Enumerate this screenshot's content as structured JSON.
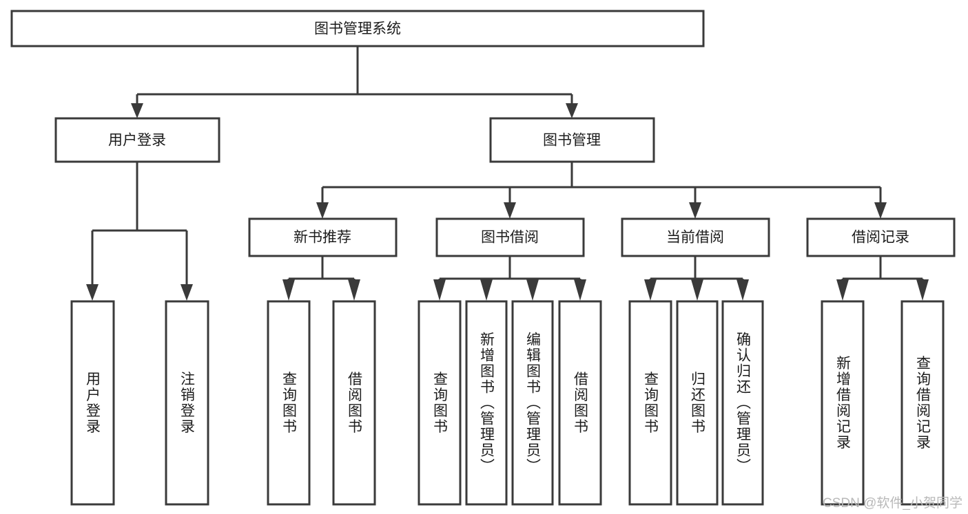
{
  "diagram": {
    "type": "tree-hierarchy-chart",
    "title": "图书管理系统",
    "watermark": "CSDN @软件_小贺同学",
    "colors": {
      "background": "#ffffff",
      "box_fill": "#ffffff",
      "box_stroke": "#3a3a3a",
      "connector": "#3a3a3a",
      "text": "#1c1c1c",
      "watermark": "#b9b9b9"
    },
    "root": {
      "label": "图书管理系统",
      "orientation": "horizontal"
    },
    "level2": [
      {
        "id": "user-login",
        "label": "用户登录",
        "orientation": "horizontal"
      },
      {
        "id": "book-management",
        "label": "图书管理",
        "orientation": "horizontal"
      }
    ],
    "level3": [
      {
        "id": "new-book-recommend",
        "label": "新书推荐",
        "orientation": "horizontal",
        "parent": "book-management"
      },
      {
        "id": "book-borrow",
        "label": "图书借阅",
        "orientation": "horizontal",
        "parent": "book-management"
      },
      {
        "id": "current-borrow",
        "label": "当前借阅",
        "orientation": "horizontal",
        "parent": "book-management"
      },
      {
        "id": "borrow-record",
        "label": "借阅记录",
        "orientation": "horizontal",
        "parent": "book-management"
      }
    ],
    "leaves": [
      {
        "id": "leaf-user-login",
        "label": "用户登录",
        "parent": "user-login",
        "orientation": "vertical"
      },
      {
        "id": "leaf-user-logout",
        "label": "注销登录",
        "parent": "user-login",
        "orientation": "vertical"
      },
      {
        "id": "leaf-query-book-1",
        "label": "查询图书",
        "parent": "new-book-recommend",
        "orientation": "vertical"
      },
      {
        "id": "leaf-borrow-book-1",
        "label": "借阅图书",
        "parent": "new-book-recommend",
        "orientation": "vertical"
      },
      {
        "id": "leaf-query-book-2",
        "label": "查询图书",
        "parent": "book-borrow",
        "orientation": "vertical"
      },
      {
        "id": "leaf-add-book",
        "label": "新增图书（管理员）",
        "parent": "book-borrow",
        "orientation": "vertical"
      },
      {
        "id": "leaf-edit-book",
        "label": "编辑图书（管理员）",
        "parent": "book-borrow",
        "orientation": "vertical"
      },
      {
        "id": "leaf-borrow-book-2",
        "label": "借阅图书",
        "parent": "book-borrow",
        "orientation": "vertical"
      },
      {
        "id": "leaf-query-book-3",
        "label": "查询图书",
        "parent": "current-borrow",
        "orientation": "vertical"
      },
      {
        "id": "leaf-return-book",
        "label": "归还图书",
        "parent": "current-borrow",
        "orientation": "vertical"
      },
      {
        "id": "leaf-confirm-return",
        "label": "确认归还（管理员）",
        "parent": "current-borrow",
        "orientation": "vertical"
      },
      {
        "id": "leaf-add-record",
        "label": "新增借阅记录",
        "parent": "borrow-record",
        "orientation": "vertical"
      },
      {
        "id": "leaf-query-record",
        "label": "查询借阅记录",
        "parent": "borrow-record",
        "orientation": "vertical"
      }
    ]
  }
}
